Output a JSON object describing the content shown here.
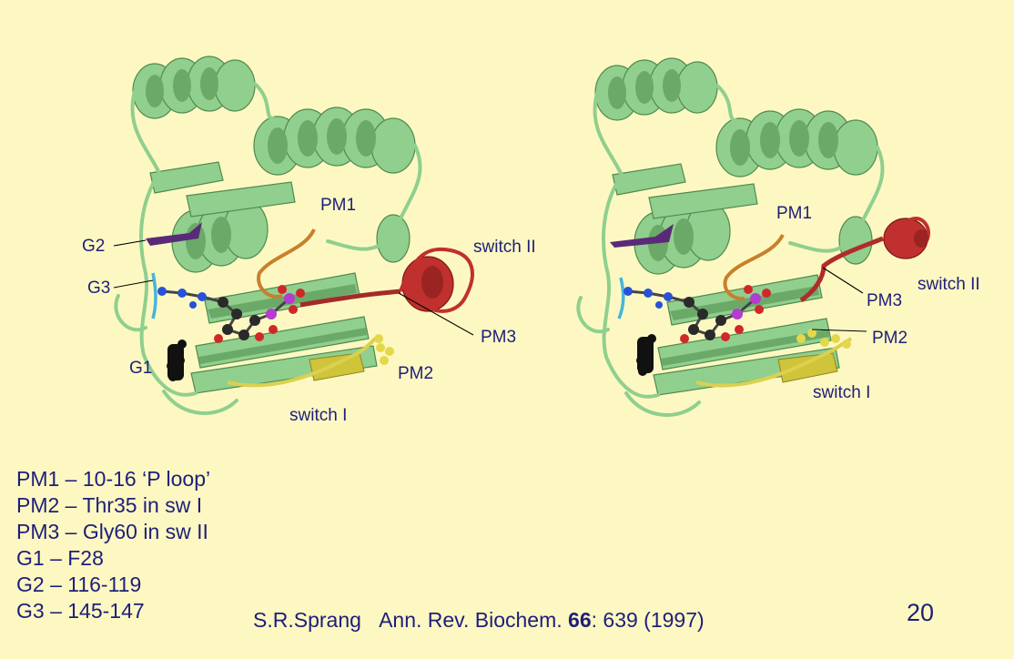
{
  "panels": [
    {
      "labels": {
        "pm1": "PM1",
        "pm2": "PM2",
        "pm3": "PM3",
        "g1": "G1",
        "g2": "G2",
        "g3": "G3",
        "switch1": "switch I",
        "switch2": "switch II"
      }
    },
    {
      "labels": {
        "pm1": "PM1",
        "pm2": "PM2",
        "pm3": "PM3",
        "switch1": "switch I",
        "switch2": "switch II"
      }
    }
  ],
  "legend": [
    "PM1 – 10-16 ‘P loop’",
    "PM2 – Thr35 in sw I",
    "PM3 – Gly60 in sw II",
    "G1 – F28",
    "G2 – 116-119",
    "G3 – 145-147"
  ],
  "citation": {
    "authors": "S.R.Sprang",
    "journal": "Ann. Rev. Biochem.",
    "volume": "66",
    "pages": ": 639 (1997)"
  },
  "page_number": "20",
  "colors": {
    "background": "#fdf8c2",
    "protein": "#90cf8e",
    "switch2": "#c0302e",
    "switch1": "#cfc43a",
    "ploop": "#c97f2c",
    "g2": "#5a2a78",
    "g3": "#46b4dc",
    "nucleotide": "#2a2a2a",
    "phosphate": "#b43ccf",
    "text": "#1e1e7a"
  }
}
